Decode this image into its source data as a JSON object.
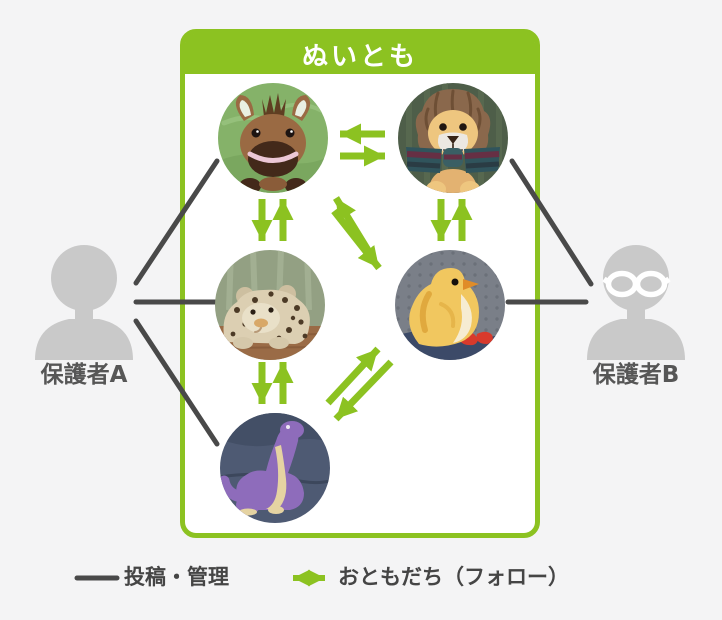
{
  "panel": {
    "title": "ぬいとも"
  },
  "guardians": [
    {
      "id": "guardianA",
      "label": "保護者A",
      "glasses": false
    },
    {
      "id": "guardianB",
      "label": "保護者B",
      "glasses": true
    }
  ],
  "animals": [
    {
      "id": "pony",
      "name": "pony-plush",
      "position": "top-left"
    },
    {
      "id": "lion",
      "name": "lion-plush",
      "position": "top-right"
    },
    {
      "id": "leopard",
      "name": "leopard-plush",
      "position": "middle-left"
    },
    {
      "id": "duck",
      "name": "duck-plush",
      "position": "middle-right"
    },
    {
      "id": "dino",
      "name": "dinosaur-plush",
      "position": "bottom-left"
    }
  ],
  "relationships": {
    "manage": [
      [
        "guardianA",
        "pony"
      ],
      [
        "guardianA",
        "leopard"
      ],
      [
        "guardianA",
        "dino"
      ],
      [
        "guardianB",
        "lion"
      ],
      [
        "guardianB",
        "duck"
      ]
    ],
    "follow": [
      [
        "pony",
        "lion"
      ],
      [
        "pony",
        "leopard"
      ],
      [
        "lion",
        "duck"
      ],
      [
        "pony",
        "duck"
      ],
      [
        "leopard",
        "dino"
      ],
      [
        "dino",
        "duck"
      ]
    ]
  },
  "legend": [
    {
      "id": "manage",
      "label": "投稿・管理"
    },
    {
      "id": "follow",
      "label": "おともだち（フォロー）"
    }
  ],
  "colors": {
    "green": "#8CC221",
    "line": "#494949",
    "person": "#C9C9C9",
    "background": "#F4F4F5"
  }
}
